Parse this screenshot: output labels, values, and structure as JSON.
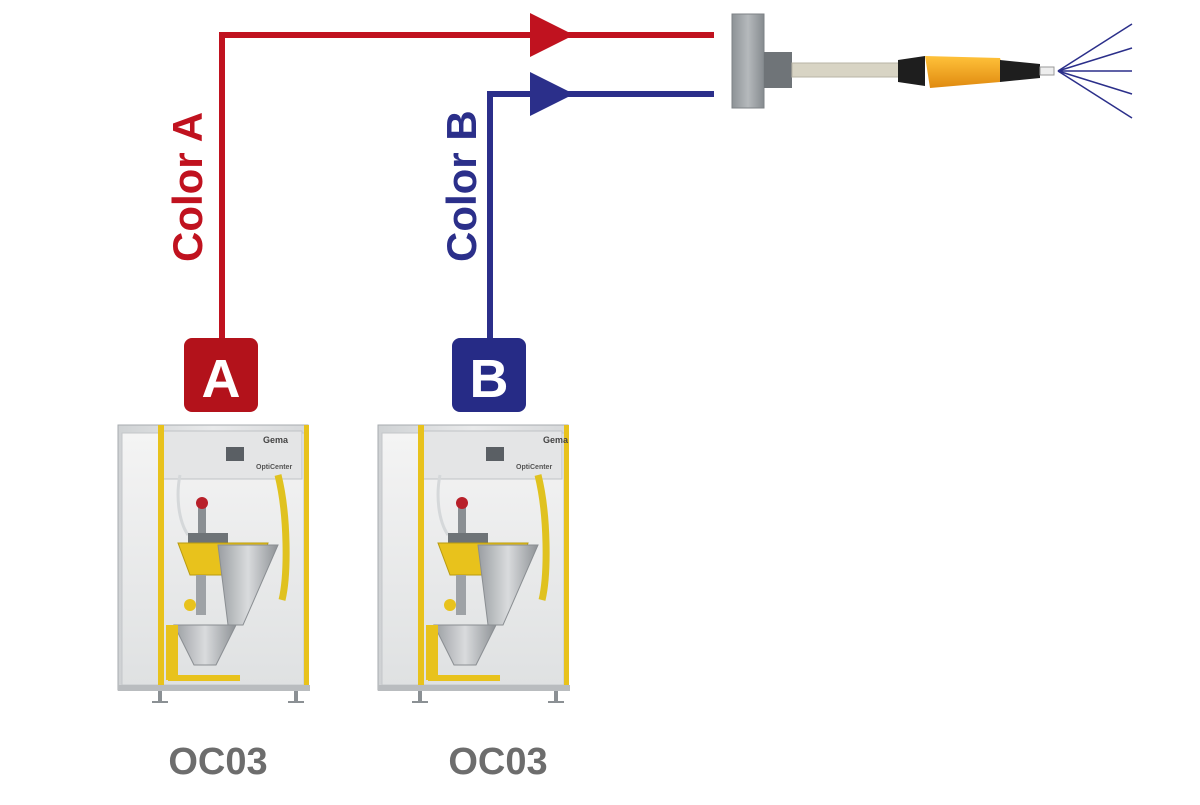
{
  "lines": {
    "a": {
      "label": "Color A",
      "color": "#c0121f"
    },
    "b": {
      "label": "Color B",
      "color": "#2b2f8a"
    }
  },
  "badges": {
    "a": {
      "letter": "A",
      "color": "#b3121b"
    },
    "b": {
      "letter": "B",
      "color": "#262b86"
    }
  },
  "units": [
    {
      "caption": "OC03",
      "brand": "Gema",
      "panel_text": "OptiCenter"
    },
    {
      "caption": "OC03",
      "brand": "Gema",
      "panel_text": "OptiCenter"
    }
  ],
  "colors": {
    "caption": "#6d6d6d",
    "cabinet_yellow": "#e8c21c",
    "gun_orange": "#f2a51c",
    "spray": "#2b2f8a"
  },
  "icons": {
    "spray_gun": "powder-spray-gun-icon",
    "cabinet": "powder-center-cabinet-icon"
  }
}
